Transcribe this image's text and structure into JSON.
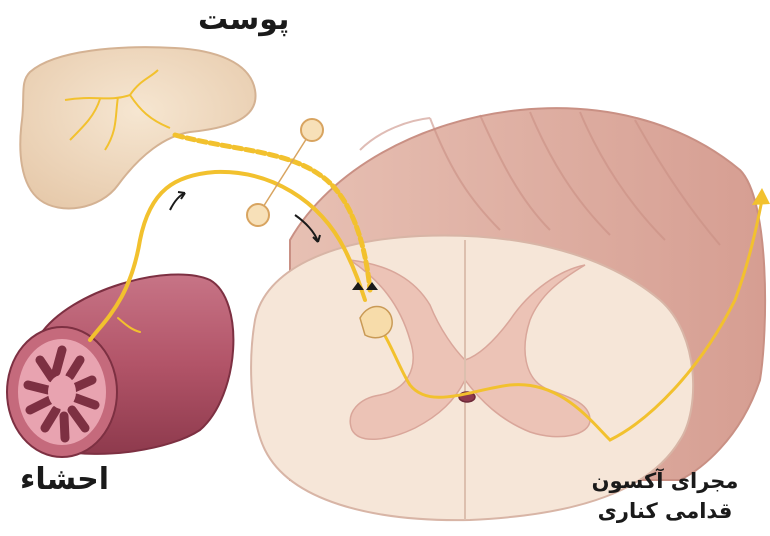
{
  "labels": {
    "skin": "پوست",
    "viscera": "احشاء",
    "tract_line1": "مجرای آکسون",
    "tract_line2": "قدامی کناری"
  },
  "colors": {
    "nerve": "#f2c12e",
    "skin_fill": "#f1dcc4",
    "cord_outer": "#e2b4a7",
    "cord_white_matter": "#f6e6d8",
    "cord_gray_matter": "#ecc3b6",
    "organ": "#b65a6c",
    "organ_lumen": "#e8a3b0"
  }
}
